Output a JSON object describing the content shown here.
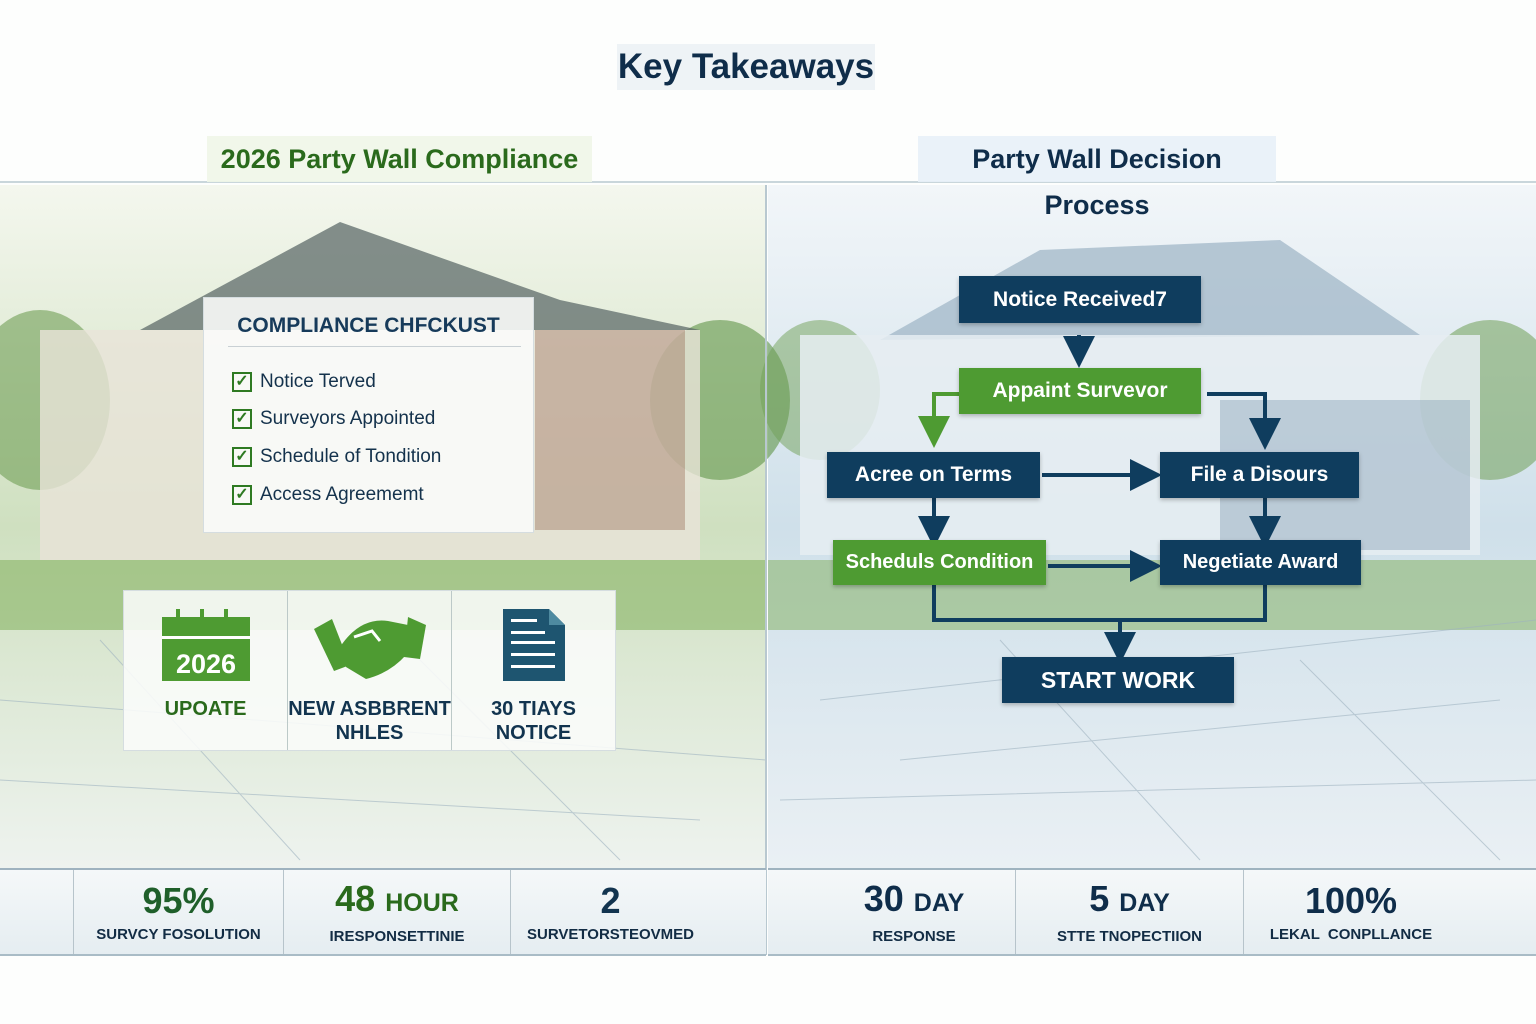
{
  "title": "Key Takeaways",
  "left": {
    "heading": "2026 Party Wall Compliance",
    "checklist": {
      "title": "COMPLIANCE CHFCKUST",
      "items": [
        "Notice Terved",
        "Surveyors Appointed",
        "Schedule of Tondition",
        "Access Agreememt"
      ]
    },
    "icons": [
      {
        "icon": "calendar-icon",
        "icon_text": "2026",
        "label": "UPOATE"
      },
      {
        "icon": "handshake-icon",
        "label": "NEW ASBBRENT\nNHLES"
      },
      {
        "icon": "document-icon",
        "label": "30 TIAYS\nNOTICE"
      }
    ],
    "stats": [
      {
        "value": "95%",
        "unit": "",
        "label": "SURVCY FOSOLUTION",
        "color": "#1f5f2a"
      },
      {
        "value": "48",
        "unit": "HOUR",
        "label": "IRESPONSETTINIE",
        "color": "#2a6a1c"
      },
      {
        "value": "2",
        "unit": "",
        "label": "SURVETORSTEOVMED",
        "color": "#12344f"
      }
    ]
  },
  "right": {
    "heading": "Party Wall Decision Process",
    "flow": {
      "notice": "Notice Received7",
      "appoint": "Appaint Survevor",
      "agree": "Acree on Terms",
      "dispute": "File a Disours",
      "schedule": "Scheduls Condition",
      "negotiate": "Negetiate Award",
      "start": "START WORK"
    },
    "stats": [
      {
        "value": "30",
        "unit": "DAY",
        "label": "RESPONSE"
      },
      {
        "value": "5",
        "unit": "DAY",
        "label": "STTE TNOPECTIION"
      },
      {
        "value": "100%",
        "unit": "",
        "label": "LEKAL  CONPLLANCE"
      }
    ]
  },
  "colors": {
    "navy": "#0f3d5e",
    "green": "#4e9b32",
    "heading_green": "#2a6a1c"
  }
}
